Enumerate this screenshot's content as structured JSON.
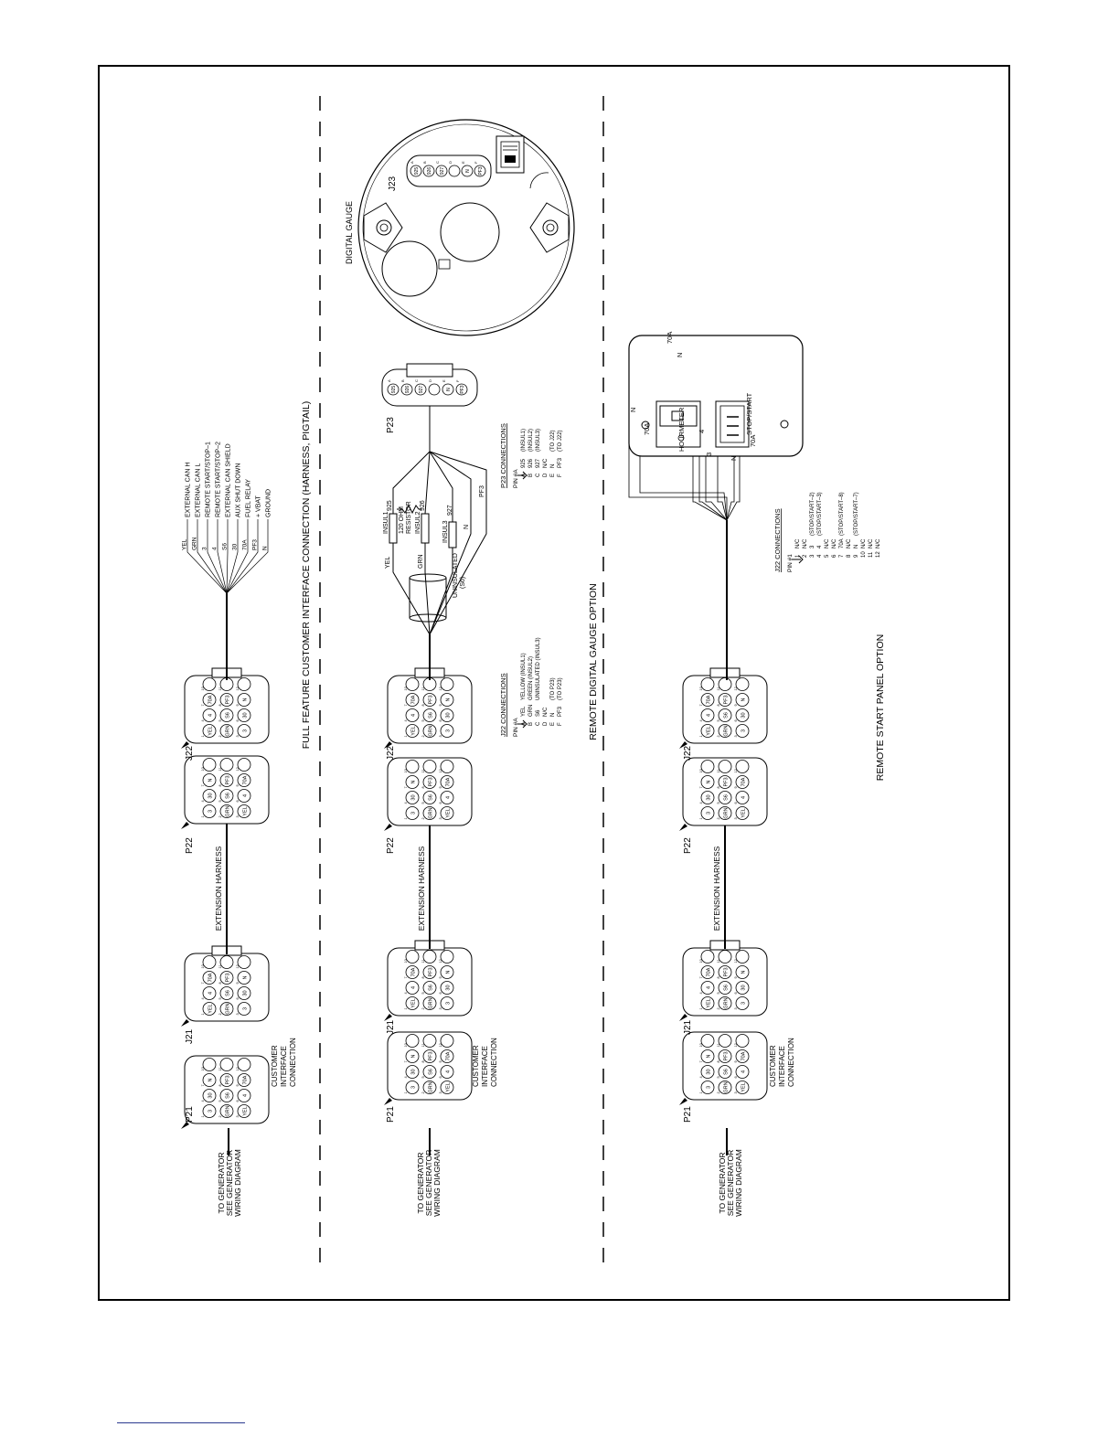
{
  "colors": {
    "ink": "#000000",
    "paper": "#ffffff",
    "page_rule": "#2b3a8f"
  },
  "sections": {
    "full_feature": {
      "title": "FULL FEATURE CUSTOMER INTERFACE CONNECTION (HARNESS, PIGTAIL)",
      "to_generator": [
        "TO GENERATOR",
        "SEE GENERATOR",
        "WIRING DIAGRAM"
      ],
      "customer_interface": [
        "CUSTOMER",
        "INTERFACE",
        "CONNECTION"
      ],
      "extension_harness": "EXTENSION HARNESS",
      "connectors": {
        "p21": "P21",
        "j21": "J21",
        "p22": "P22",
        "j22": "J22"
      },
      "pigtail": [
        {
          "wire": "YEL",
          "function": "EXTERNAL CAN H"
        },
        {
          "wire": "GRN",
          "function": "EXTERNAL CAN L"
        },
        {
          "wire": "3",
          "function": "REMOTE START/STOP–1"
        },
        {
          "wire": "4",
          "function": "REMOTE START/STOP–2"
        },
        {
          "wire": "S6",
          "function": "EXTERNAL CAN SHIELD"
        },
        {
          "wire": "30",
          "function": "AUX SHUT DOWN"
        },
        {
          "wire": "70A",
          "function": "FUEL RELAY"
        },
        {
          "wire": "PF3",
          "function": "+ VBAT"
        },
        {
          "wire": "N",
          "function": "GROUND"
        }
      ]
    },
    "digital_gauge": {
      "title": "REMOTE DIGITAL GAUGE OPTION",
      "gauge_label": "DIGITAL GAUGE",
      "to_generator": [
        "TO GENERATOR",
        "SEE GENERATOR",
        "WIRING DIAGRAM"
      ],
      "customer_interface": [
        "CUSTOMER",
        "INTERFACE",
        "CONNECTION"
      ],
      "extension_harness": "EXTENSION HARNESS",
      "connectors": {
        "p21": "P21",
        "j21": "J21",
        "p22": "P22",
        "j22": "J22",
        "p23": "P23",
        "j23": "J23"
      },
      "wiring_labels": {
        "insul1": "INSUL1",
        "insul2": "INSUL2",
        "insul3": "INSUL3",
        "resistor": [
          "120 OHM",
          "RESISTOR"
        ],
        "uninsulated": [
          "UNINSULATED",
          "(S6)"
        ],
        "w925": "925",
        "w926": "926",
        "w927": "927",
        "yel": "YEL",
        "grn": "GRN",
        "n": "N",
        "pf3": "PF3"
      },
      "j22_connections": {
        "title": "J22 CONNECTIONS",
        "header": "PIN #A",
        "rows": [
          [
            "A",
            "YEL",
            "YELLOW (INSUL1)"
          ],
          [
            "B",
            "GRN",
            "GREEN (INSUL2)"
          ],
          [
            "C",
            "S6",
            "UNINSULATED (INSUL3)"
          ],
          [
            "D",
            "N/C",
            ""
          ],
          [
            "E",
            "N",
            "(TO P23)"
          ],
          [
            "F",
            "PF3",
            "(TO P23)"
          ]
        ]
      },
      "p23_connections": {
        "title": "P23 CONNECTIONS",
        "header": "PIN #A",
        "rows": [
          [
            "A",
            "925",
            "(INSUL1)"
          ],
          [
            "B",
            "926",
            "(INSUL2)"
          ],
          [
            "C",
            "927",
            "(INSUL3)"
          ],
          [
            "D",
            "N/C",
            ""
          ],
          [
            "E",
            "N",
            "(TO J22)"
          ],
          [
            "F",
            "PF3",
            "(TO J22)"
          ]
        ]
      },
      "plug_pins": [
        "925",
        "926",
        "927",
        "",
        "N",
        "PF3"
      ],
      "plug_letters": [
        "A",
        "B",
        "C",
        "D",
        "E",
        "F"
      ]
    },
    "remote_start": {
      "title": "REMOTE START PANEL OPTION",
      "to_generator": [
        "TO GENERATOR",
        "SEE GENERATOR",
        "WIRING DIAGRAM"
      ],
      "customer_interface": [
        "CUSTOMER",
        "INTERFACE",
        "CONNECTION"
      ],
      "extension_harness": "EXTENSION HARNESS",
      "connectors": {
        "p21": "P21",
        "j21": "J21",
        "p22": "P22",
        "j22": "J22"
      },
      "panel": {
        "hourmeter": "HOURMETER",
        "stop_start": "STOP/START",
        "w70a": "70A",
        "n": "N",
        "w3": "3",
        "w4": "4"
      },
      "j22_connections": {
        "title": "J22 CONNECTIONS",
        "header": "PIN #1",
        "rows": [
          [
            "1",
            "N/C",
            ""
          ],
          [
            "2",
            "N/C",
            ""
          ],
          [
            "3",
            "3",
            "(STOP/START–2)"
          ],
          [
            "4",
            "4",
            "(STOP/START–3)"
          ],
          [
            "5",
            "N/C",
            ""
          ],
          [
            "6",
            "N/C",
            ""
          ],
          [
            "7",
            "70A",
            "(STOP/START–8)"
          ],
          [
            "8",
            "N/C",
            ""
          ],
          [
            "9",
            "N",
            "(STOP/START–7)"
          ],
          [
            "10",
            "N/C",
            ""
          ],
          [
            "11",
            "N/C",
            ""
          ],
          [
            "12",
            "N/C",
            ""
          ]
        ]
      }
    }
  },
  "pins": {
    "p21": [
      "3",
      "GRN",
      "YEL",
      "30",
      "S6",
      "4",
      "N",
      "PF3",
      "70A",
      "",
      "",
      ""
    ],
    "j21": [
      "YEL",
      "GRN",
      "3",
      "4",
      "S6",
      "30",
      "70A",
      "PF3",
      "N",
      "",
      "",
      ""
    ],
    "p22": [
      "3",
      "GRN",
      "YEL",
      "30",
      "S6",
      "4",
      "N",
      "PF3",
      "70A",
      "",
      "",
      ""
    ],
    "j22": [
      "YEL",
      "GRN",
      "3",
      "4",
      "S6",
      "30",
      "70A",
      "PF3",
      "N",
      "",
      "",
      ""
    ]
  },
  "pin_numbers": [
    "1",
    "2",
    "3",
    "4",
    "5",
    "6",
    "7",
    "8",
    "9",
    "10",
    "11",
    "12"
  ]
}
